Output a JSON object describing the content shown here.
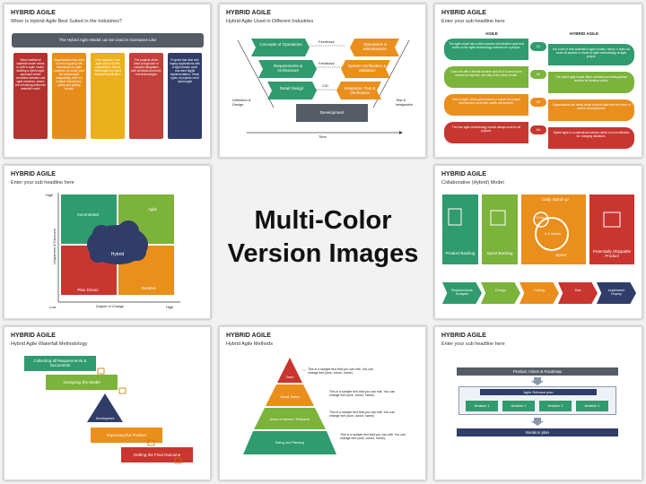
{
  "center": {
    "line1": "Multi-Color",
    "line2": "Version Images"
  },
  "slide1": {
    "title": "HYBRID AGILE",
    "subtitle": "When Is Hybrid Agile Best Suited in the Industries?",
    "banner": "The Hybrid Agile Model can be Used in Scenarios Like",
    "columns": [
      "When traditional waterfall model needs to shift to agile model, building a hybrid agile approach where command oriented and agile practices, where the remaining follow the waterfall model",
      "Organizations that need to meet regularly with developers for agile practices. At some point the behind agile adaptability, there for multiple discussions, giving and getting results",
      "If the adoption of an agile culture for the organization, then a hybrid agile is a good decision/modification",
      "The projects which have a huge size or complex integration with technical and front-end technologies",
      "Projects that deal with legacy applications with a rigid release cycle and want digital implementation. These types of projects need hybrid agile"
    ],
    "colors": [
      "#b5322f",
      "#e88d1c",
      "#ecb01c",
      "#c4403a",
      "#2f3d68"
    ]
  },
  "slide2": {
    "title": "HYBRID AGILE",
    "subtitle": "Hybrid Agile Used in Different Industries",
    "left": [
      "Concepts of Operations",
      "Requirements & Architecture",
      "Detail Design"
    ],
    "right": [
      "Operations & Maintenance",
      "System Verification & Validation",
      "Integration Test & Verification"
    ],
    "bottom": "Development",
    "arrows": [
      "Feedback",
      "Feedback",
      "C/D"
    ],
    "side_left": "Definition & Design",
    "side_right": "Test & Integration",
    "time": "Time"
  },
  "slide3": {
    "title": "HYBRID AGILE",
    "subtitle": "Enter your sub headline here",
    "col_left": "AGILE",
    "col_right": "HYBRID AGILE",
    "rows": [
      {
        "num": "01",
        "left": "The agile model has a strict process and iterative cycle that works on the agile methodology selected for a project.",
        "right": "It is a mix of both waterfall & agile models. Hence, it does not cover all aspects or rituals of agile methodology at agile project."
      },
      {
        "num": "02",
        "left": "Does not offer a flexible timeline and it is if it can involve several as required, can stay at the same results.",
        "right": "The hybrid agile model offers a flexible and distinguished timeline for iterative cycles."
      },
      {
        "num": "03",
        "left": "Here in agile, either performance or knows the project development cycle with quality deliverables.",
        "right": "Organizations can easily adopt a hybrid agile with all needs of various developments."
      },
      {
        "num": "04",
        "left": "The less agile methodology cannot always work for all projects.",
        "right": "Hybrid agile is a customized solution which is more effective for changing situations."
      }
    ],
    "colors": [
      "#2f9b6e",
      "#7bb33b",
      "#ea8e1c",
      "#c8362f"
    ]
  },
  "slide4": {
    "title": "HYBRID AGILE",
    "subtitle": "Enter your sub headline here",
    "quads": [
      "Incremental",
      "Agile",
      "Plan Driven",
      "Iterative"
    ],
    "center": "Hybrid",
    "y_axis": "Uniqueness of Discovery",
    "x_axis": "Degree of Change",
    "high_y": "High",
    "low": "Low",
    "high_x": "High",
    "colors": [
      "#2f9b6e",
      "#7bb33b",
      "#c8362f",
      "#ea8e1c"
    ]
  },
  "slide5": {
    "title": "HYBRID AGILE",
    "subtitle": "Collaborative (Hybrid) Model",
    "cards": [
      "Product Backlog",
      "Sprint Backlog",
      "Sprint",
      "Potentially Shippable Product"
    ],
    "standup": "Daily Stand-up",
    "hours": "24 Hours",
    "weeks": "2-4 Weeks",
    "flow": [
      "Requirements Analysis",
      "Design",
      "Coding",
      "Test",
      "Implement/ Deploy"
    ],
    "colors": [
      "#2f9b6e",
      "#7bb33b",
      "#ea8e1c",
      "#c8362f"
    ]
  },
  "slide6": {
    "title": "HYBRID AGILE",
    "subtitle": "Hybrid Agile Waterfall Methodology",
    "steps": [
      "Collecting all Requirements & Documents",
      "Designing the Model",
      "Development",
      "Improving the Product",
      "Getting the Final Outcome"
    ],
    "colors": [
      "#2f9b6e",
      "#7bb33b",
      "#2f3d68",
      "#ea8e1c",
      "#c8362f"
    ]
  },
  "slide7": {
    "title": "HYBRID AGILE",
    "subtitle": "Hybrid Agile Methods",
    "levels": [
      "Team",
      "Virtual Teams",
      "Areas of Interest / Research",
      "Rating and Planning"
    ],
    "sample": "This is a sample text that you can edit. You can change font (size, colour, name).",
    "colors": [
      "#c8362f",
      "#ea8e1c",
      "#7bb33b",
      "#2f9b6e"
    ]
  },
  "slide8": {
    "title": "HYBRID AGILE",
    "subtitle": "Enter your sub headline here",
    "top": "Product Vision & Roadmap",
    "release": "Agile Release plan",
    "iterations": [
      "Iteration 1",
      "Iteration 2",
      "Iteration 3",
      "Iteration 4"
    ],
    "bottom": "Iteration plan"
  }
}
